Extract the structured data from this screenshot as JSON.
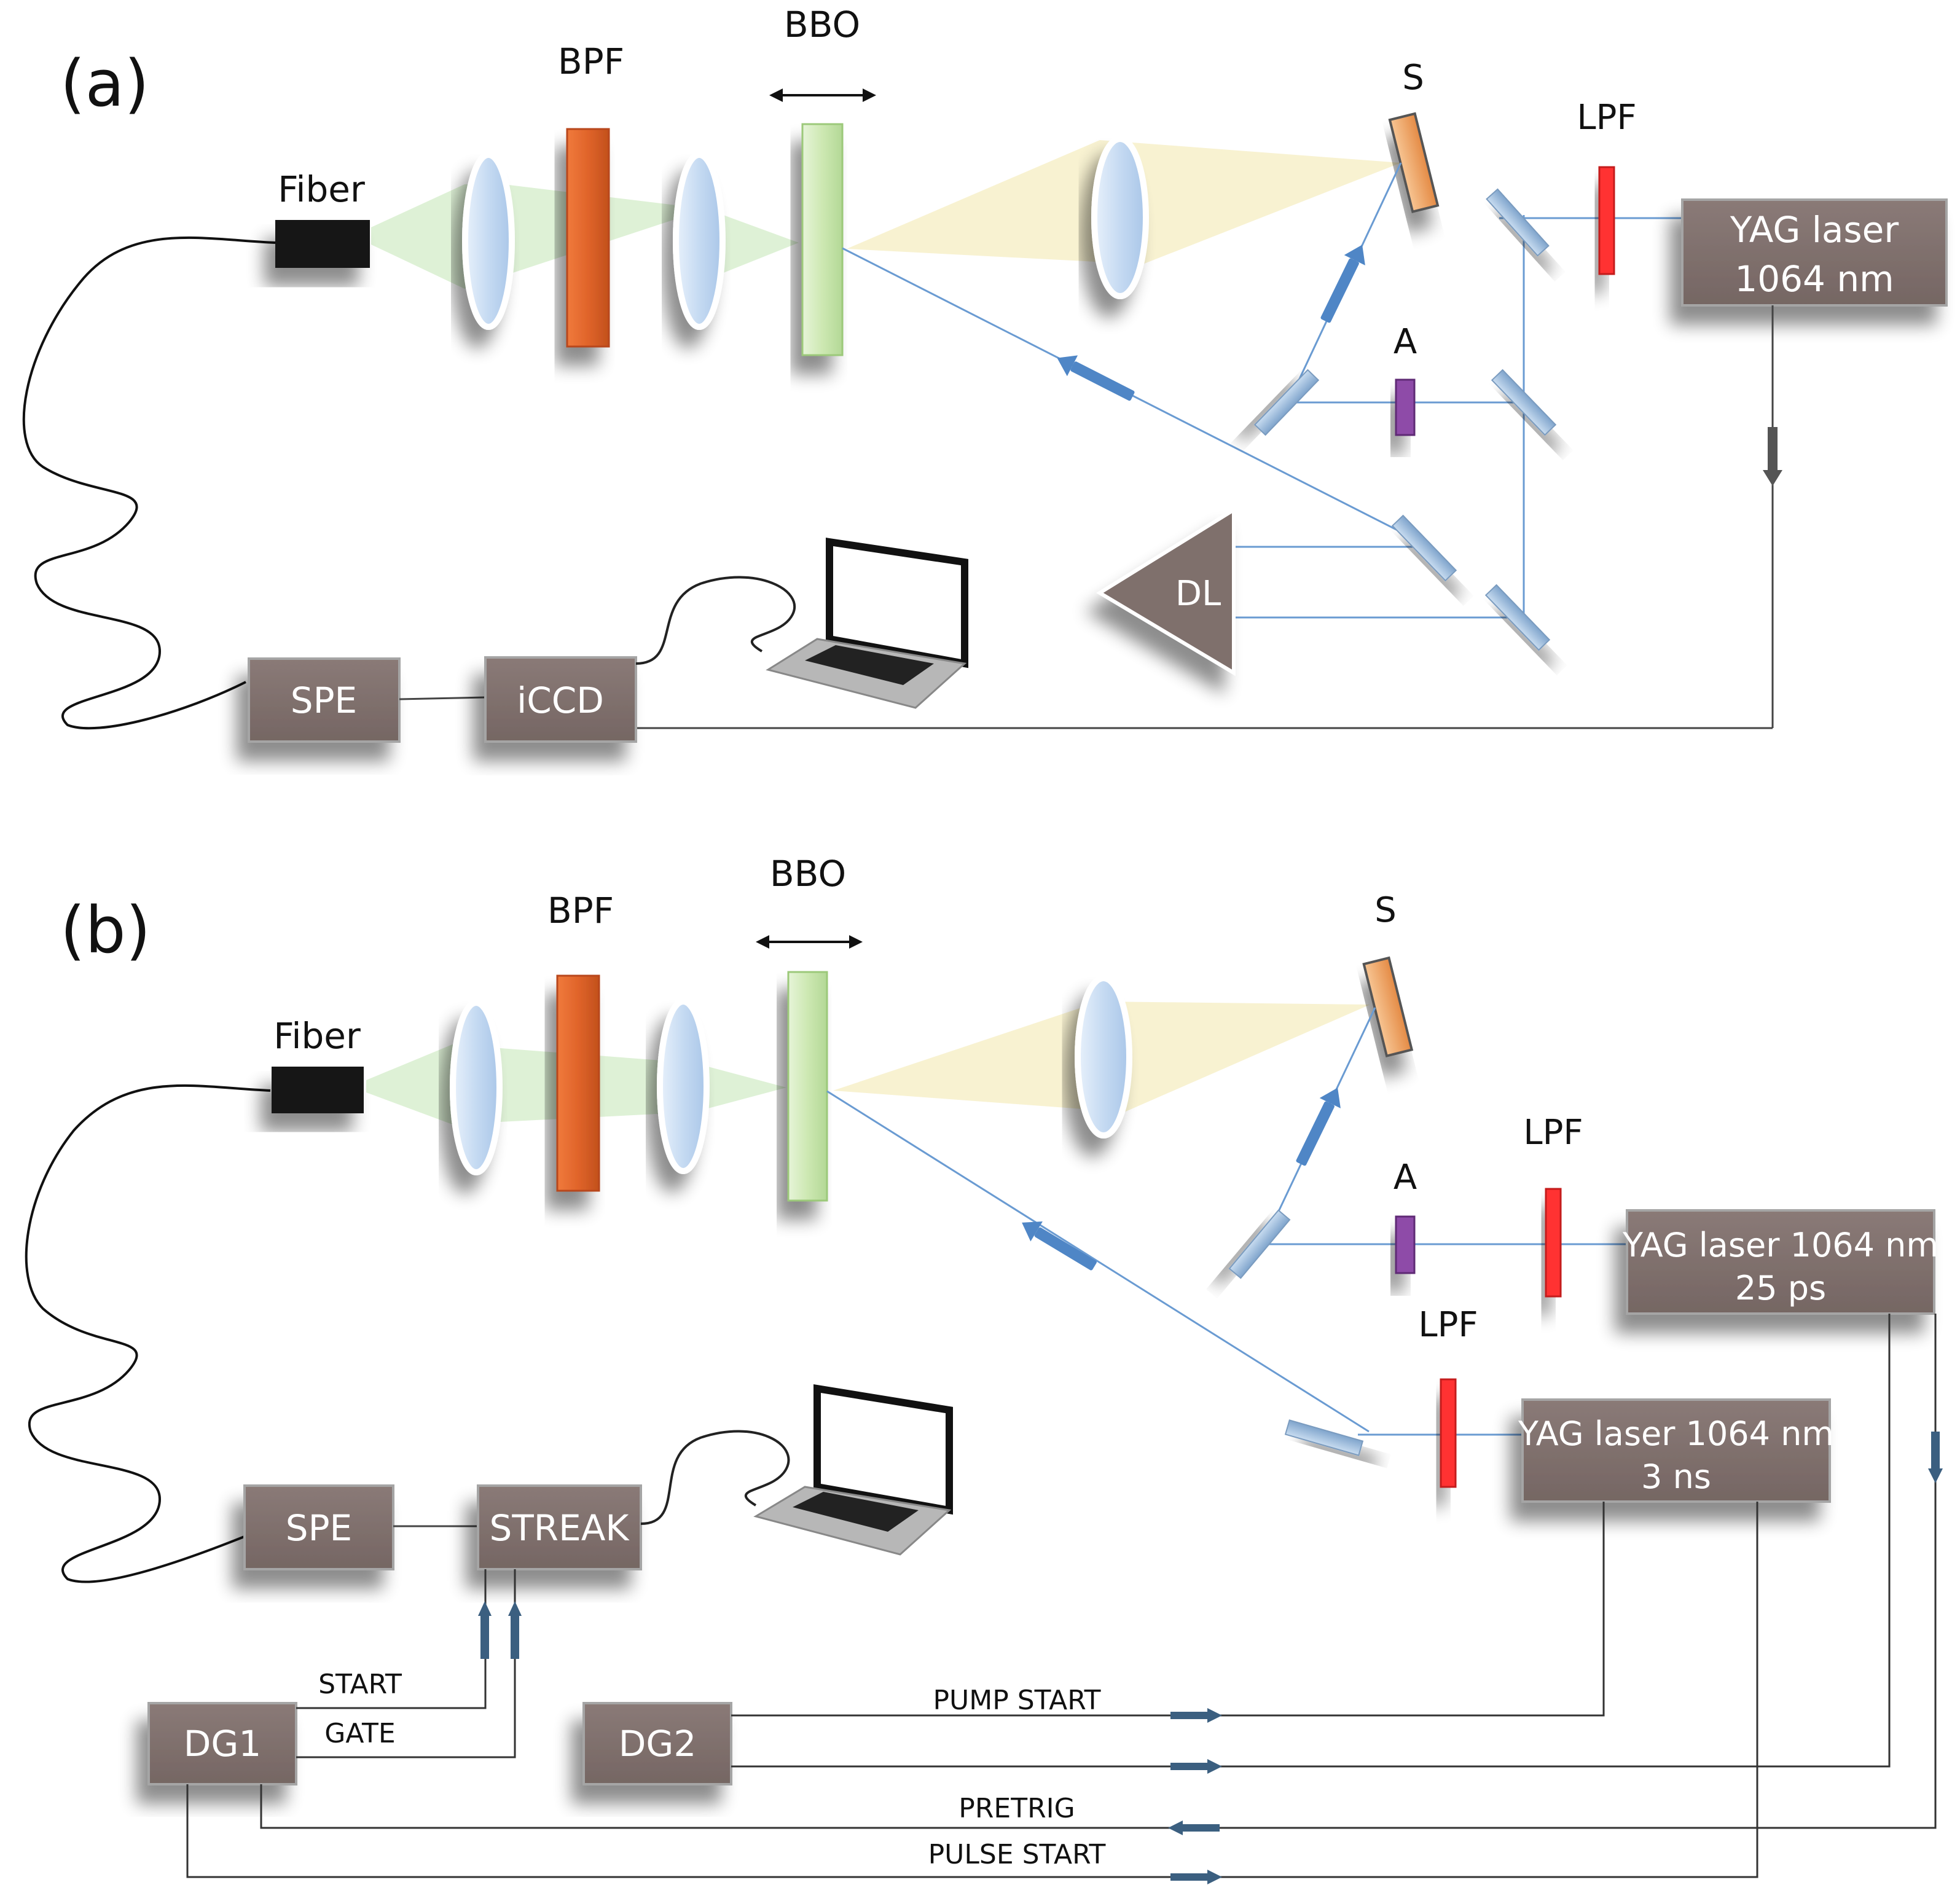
{
  "colors": {
    "box_fill": "#7f6f6c",
    "box_stroke": "#a5a5a5",
    "lens_fill": "#c5daf2",
    "bpf_fill": "#e0642a",
    "bbo_fill": "#cde8b2",
    "sample_fill": "#f2a86a",
    "lpf_fill": "#ff3030",
    "attenuator_fill": "#8e4ba8",
    "mirror_fill": "#9ebcdc",
    "beam_line": "#6a9bd2",
    "arrow_fill": "#4f86c6",
    "green_cone": "#d8efcf",
    "yellow_cone": "#f7f1cc",
    "fiber_black": "#111111"
  },
  "panel_a": {
    "panel_label": "(a)",
    "fiber_label": "Fiber",
    "bpf_label": "BPF",
    "bbo_label": "BBO",
    "sample_label": "S",
    "lpf_label": "LPF",
    "attenuator_label": "A",
    "delay_line_label": "DL",
    "laser_label_line1": "YAG laser",
    "laser_label_line2": "1064 nm",
    "spectrometer_label": "SPE",
    "detector_label": "iCCD"
  },
  "panel_b": {
    "panel_label": "(b)",
    "fiber_label": "Fiber",
    "bpf_label": "BPF",
    "bbo_label": "BBO",
    "sample_label": "S",
    "lpf_top_label": "LPF",
    "lpf_bottom_label": "LPF",
    "attenuator_label": "A",
    "laser_ps_line1": "YAG laser 1064 nm",
    "laser_ps_line2": "25 ps",
    "laser_ns_line1": "YAG laser 1064 nm",
    "laser_ns_line2": "3 ns",
    "spectrometer_label": "SPE",
    "detector_label": "STREAK",
    "dg1_label": "DG1",
    "dg2_label": "DG2",
    "signal_start": "START",
    "signal_gate": "GATE",
    "signal_pump_start": "PUMP START",
    "signal_pretrig": "PRETRIG",
    "signal_pulse_start": "PULSE START"
  }
}
